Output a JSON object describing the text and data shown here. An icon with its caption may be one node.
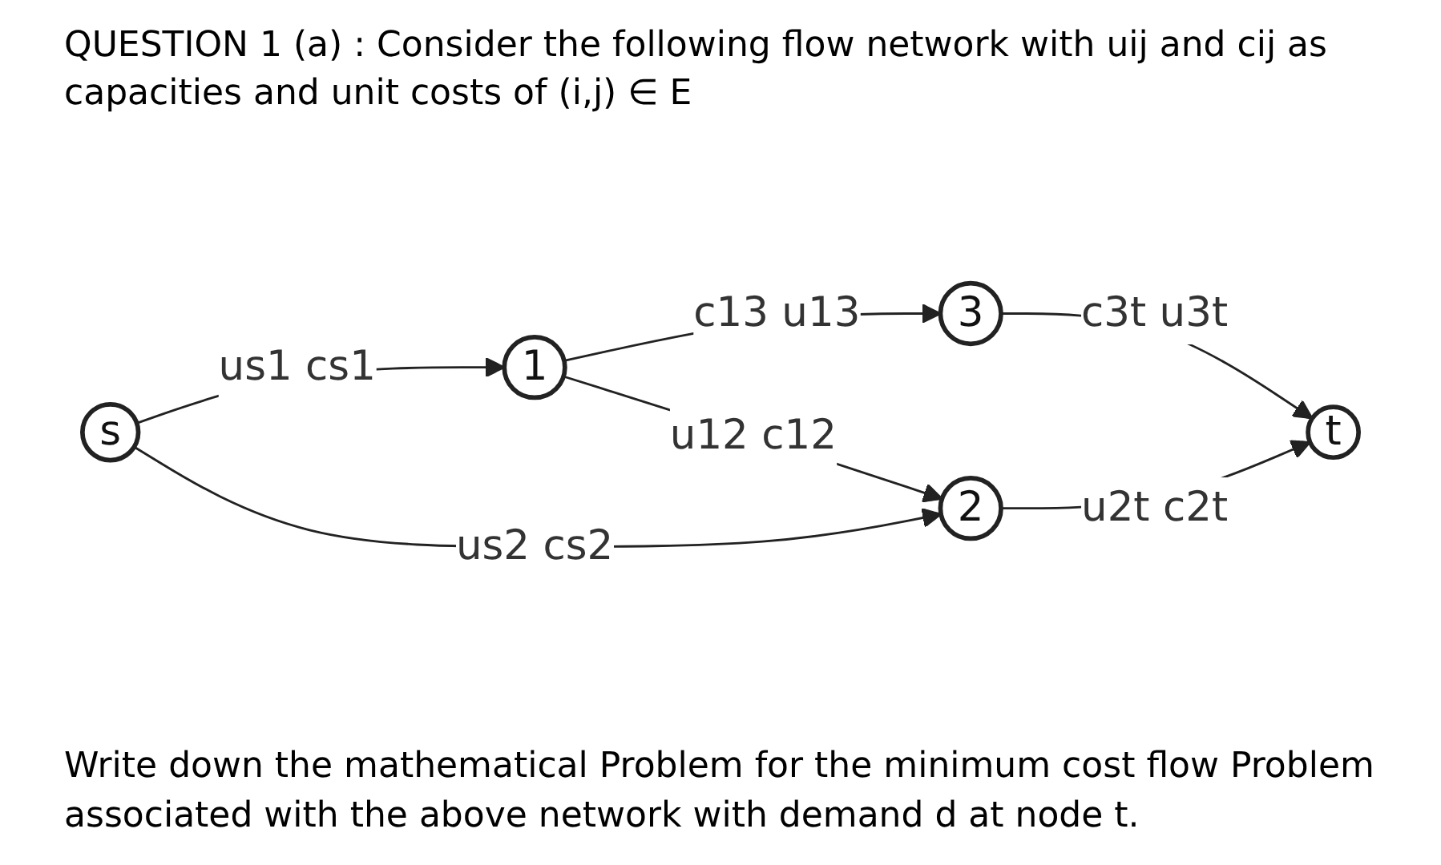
{
  "diagram": {
    "title": "QUESTION 1 (a) : Consider the following flow network with uij and cij as capacities and unit costs of (i,j) ∈ E",
    "caption": "Write down the mathematical Problem for the minimum cost flow Problem associated with the above network with demand d at node t.",
    "nodes": [
      {
        "text": [
          "s"
        ]
      },
      {
        "text": [
          "1"
        ]
      },
      {
        "text": [
          "3"
        ]
      },
      {
        "text": [
          "2"
        ]
      },
      {
        "text": [
          "t"
        ]
      }
    ],
    "edges": [
      {
        "from": 0,
        "to": 1,
        "arrow": "to",
        "label": "us1 cs1"
      },
      {
        "from": 0,
        "to": 3,
        "arrow": "to",
        "label": "us2 cs2"
      },
      {
        "from": 1,
        "to": 2,
        "arrow": "to",
        "label": "c13 u13"
      },
      {
        "from": 1,
        "to": 3,
        "arrow": "to",
        "label": "u12 c12"
      },
      {
        "from": 2,
        "to": 4,
        "arrow": "to",
        "label": "c3t u3t"
      },
      {
        "from": 3,
        "to": 4,
        "arrow": "to",
        "label": "u2t c2t"
      }
    ]
  }
}
